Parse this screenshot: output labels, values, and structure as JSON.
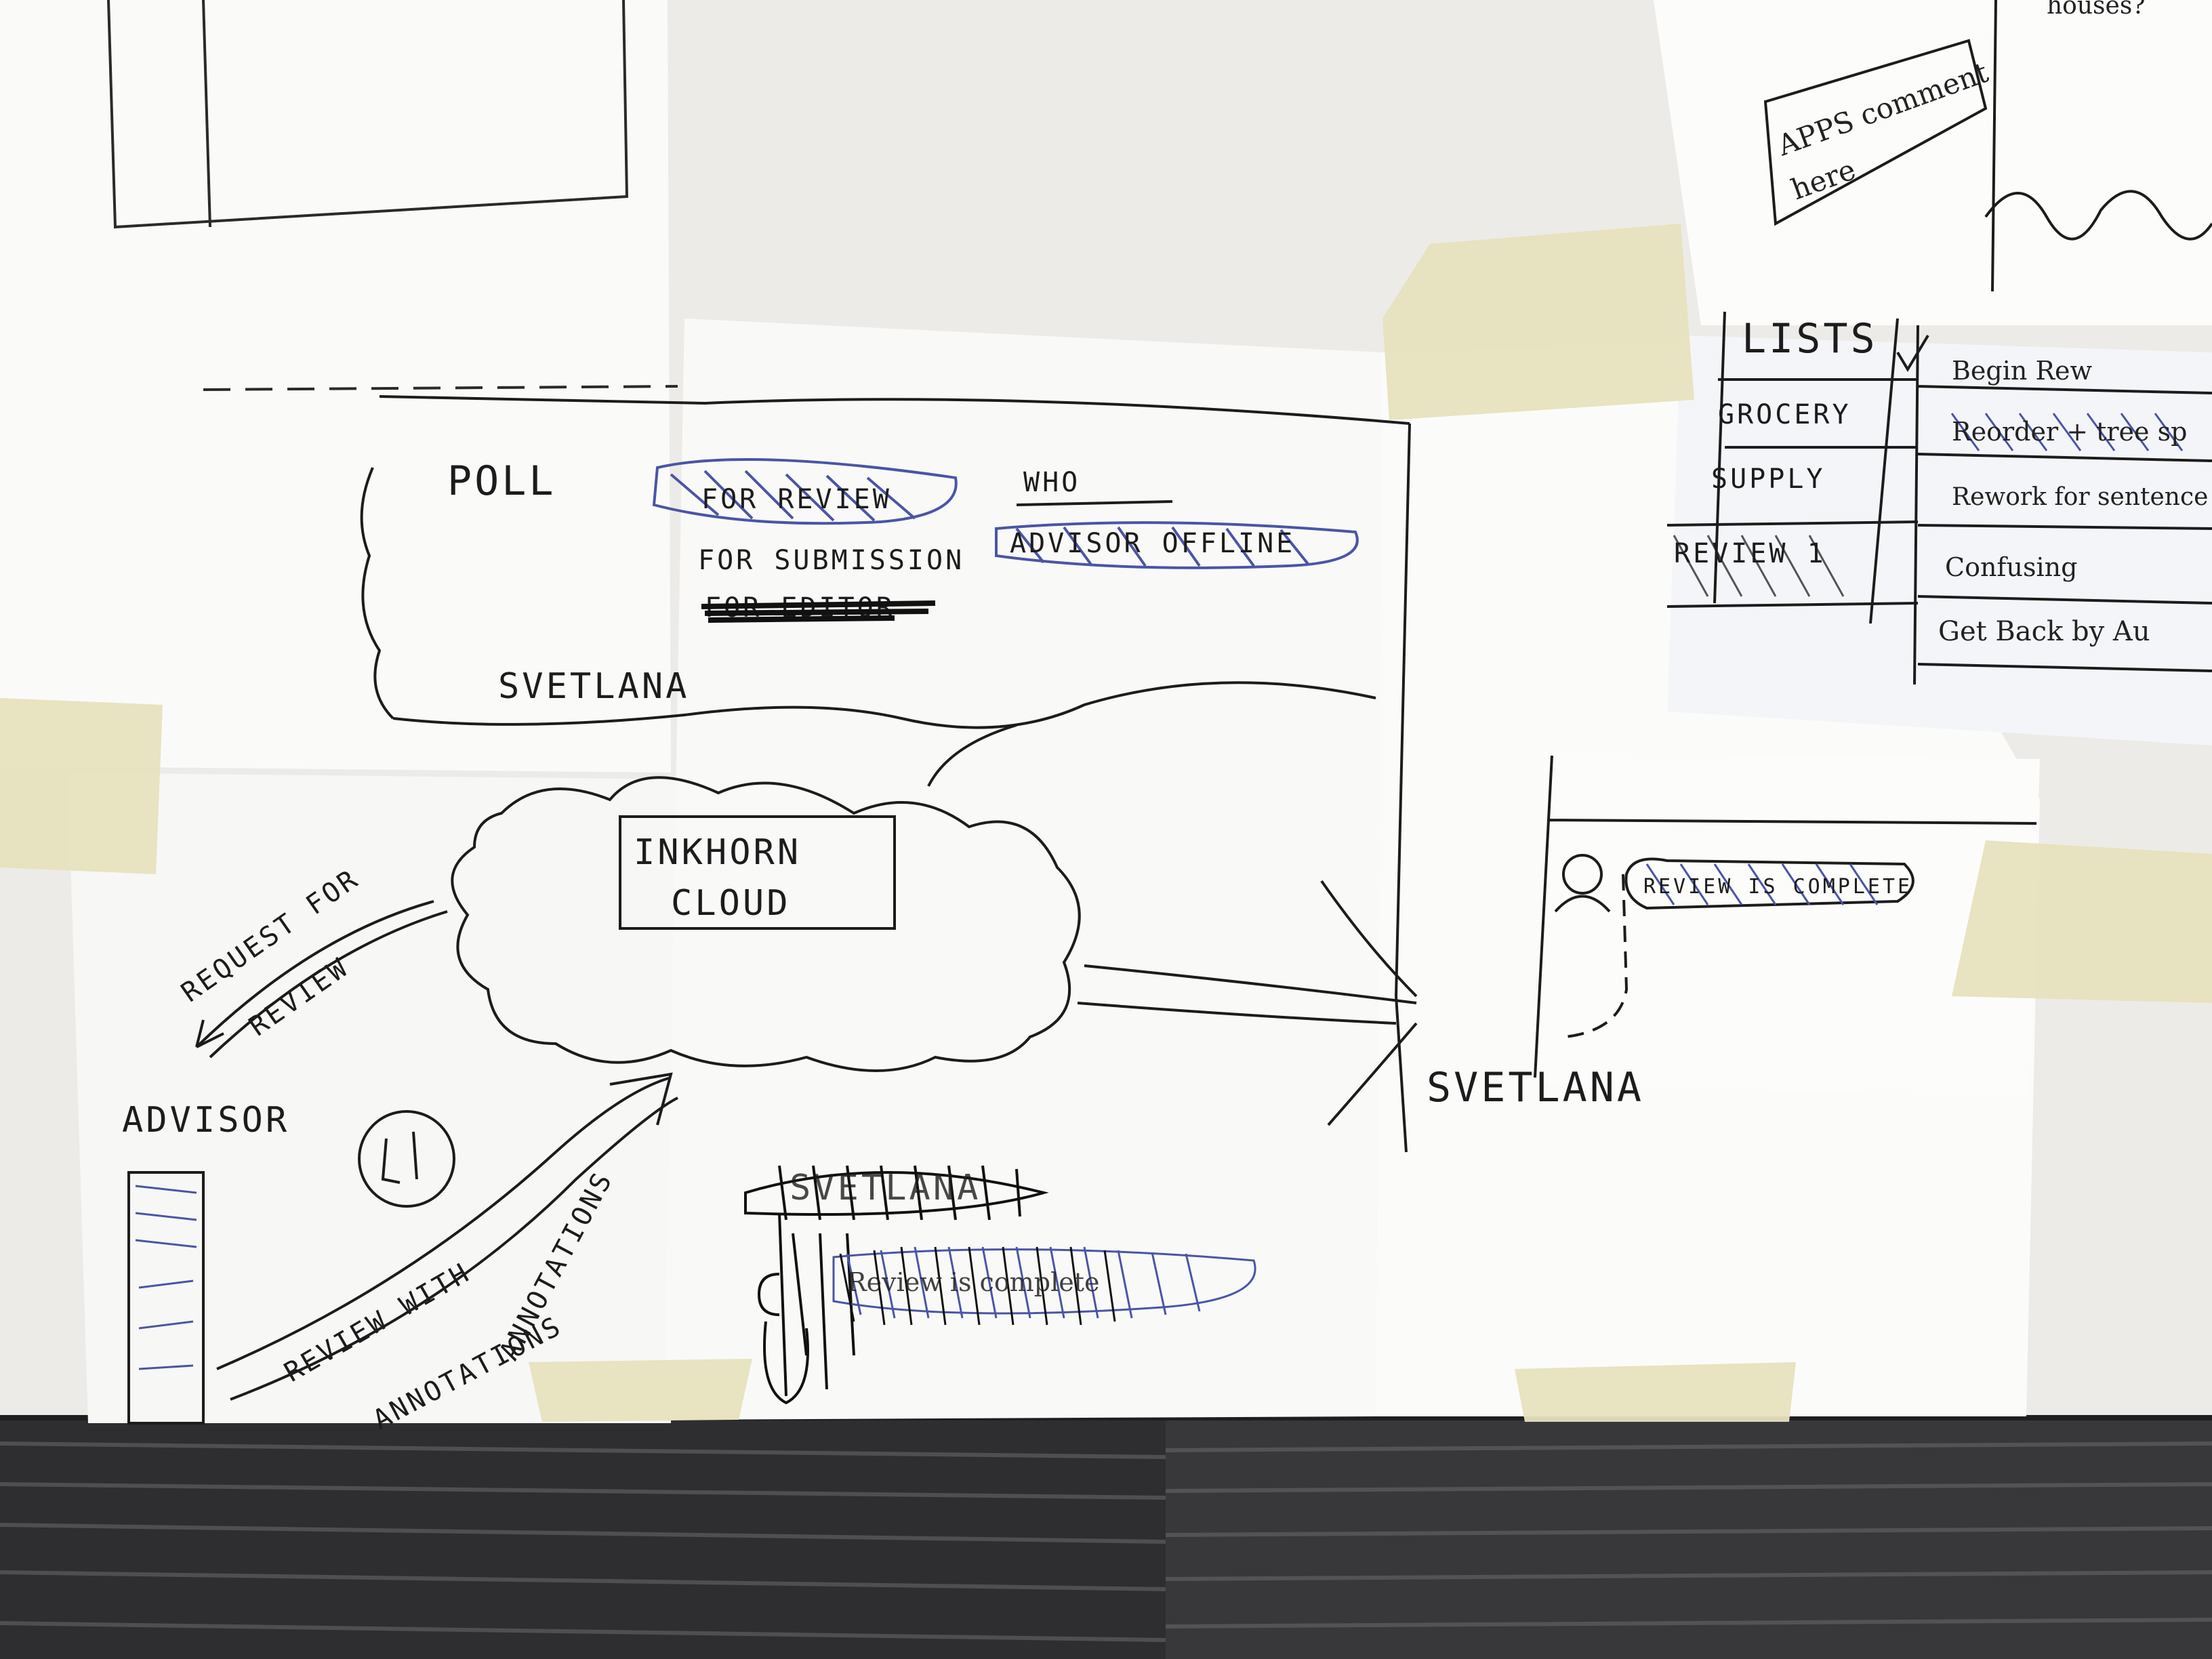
{
  "colors": {
    "wall": "#eceae6",
    "paper": "#fbfbfa",
    "tape": "#e8e2bf",
    "ink": "#1c1c1c",
    "blue_ink": "#4a55a6",
    "carpet_dark": "#2b2b2d",
    "carpet_light": "#5c5c5f"
  },
  "top_right_sketch": {
    "comment_box": [
      "APPS comment",
      "here"
    ],
    "corner_text": "houses?"
  },
  "center_sketch": {
    "poll_label": "POLL",
    "options": [
      "FOR REVIEW",
      "FOR SUBMISSION",
      "FOR EDITOR"
    ],
    "who_label": "WHO",
    "who_value": "ADVISOR OFFLINE",
    "name": "SVETLANA"
  },
  "flow_diagram": {
    "cloud_label": [
      "INKHORN",
      "CLOUD"
    ],
    "request_arrow": [
      "REQUEST FOR",
      "REVIEW"
    ],
    "review_arrow": [
      "REVIEW WITH",
      "ANNOTATIONS"
    ],
    "overwritten_label": "ANNOTATIONS",
    "advisor_label": "ADVISOR",
    "target_name": "SVETLANA",
    "scribbled_name": "SVETLANA",
    "scribbled_message": "Review is complete"
  },
  "notification_sketch": {
    "message": "REVIEW IS COMPLETE"
  },
  "lists_sketch": {
    "title": "LISTS",
    "left_items": [
      "GROCERY",
      "SUPPLY",
      "REVIEW 1"
    ],
    "right_items": [
      "Begin Rew",
      "Reorder + tree sp",
      "Rework for sentence",
      "Confusing",
      "Get Back by Au"
    ]
  }
}
